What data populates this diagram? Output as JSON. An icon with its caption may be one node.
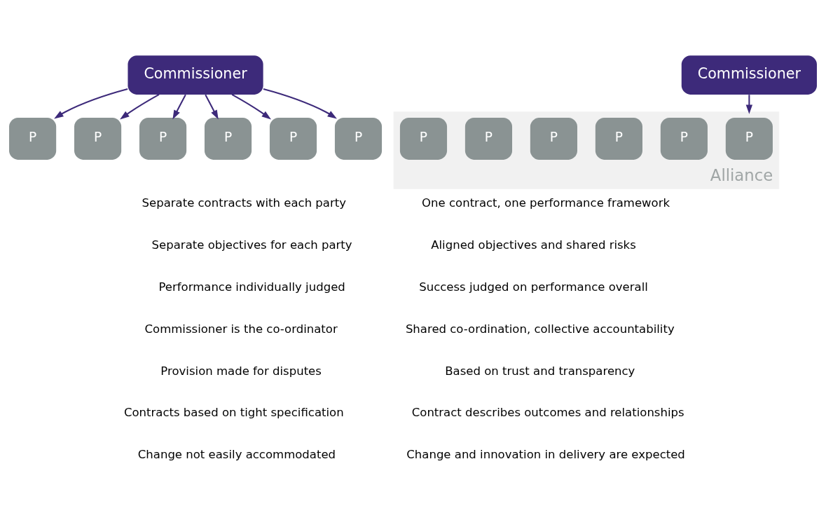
{
  "diagram": {
    "nodes": [
      {
        "text": [
          "Commissioner"
        ]
      },
      {
        "text": [
          "P"
        ]
      },
      {
        "text": [
          "P"
        ]
      },
      {
        "text": [
          "P"
        ]
      },
      {
        "text": [
          "P"
        ]
      },
      {
        "text": [
          "P"
        ]
      },
      {
        "text": [
          "P"
        ]
      },
      {
        "text": [
          "Commissioner"
        ]
      },
      {
        "text": [
          "Alliance"
        ]
      },
      {
        "text": [
          "P"
        ],
        "in": 8
      },
      {
        "text": [
          "P"
        ],
        "in": 8
      },
      {
        "text": [
          "P"
        ],
        "in": 8
      },
      {
        "text": [
          "P"
        ],
        "in": 8
      },
      {
        "text": [
          "P"
        ],
        "in": 8
      },
      {
        "text": [
          "P"
        ],
        "in": 8
      }
    ],
    "edges": [
      {
        "from": 0,
        "to": 1,
        "arrow": "to"
      },
      {
        "from": 0,
        "to": 2,
        "arrow": "to"
      },
      {
        "from": 0,
        "to": 3,
        "arrow": "to"
      },
      {
        "from": 0,
        "to": 4,
        "arrow": "to"
      },
      {
        "from": 0,
        "to": 5,
        "arrow": "to"
      },
      {
        "from": 0,
        "to": 6,
        "arrow": "to"
      },
      {
        "from": 7,
        "to": 8,
        "arrow": "to"
      }
    ],
    "labels": [
      "Separate contracts with each party",
      "One contract, one performance framework",
      "Separate objectives for each party",
      "Aligned objectives and shared risks",
      "Performance individually judged",
      "Success judged on performance overall",
      "Commissioner is the co-ordinator",
      "Shared co-ordination, collective accountability",
      "Provision made for disputes",
      "Based on trust and transparency",
      "Contracts based on tight specification",
      "Contract describes outcomes and relationships",
      "Change not easily accommodated",
      "Change and innovation in delivery are expected"
    ]
  }
}
